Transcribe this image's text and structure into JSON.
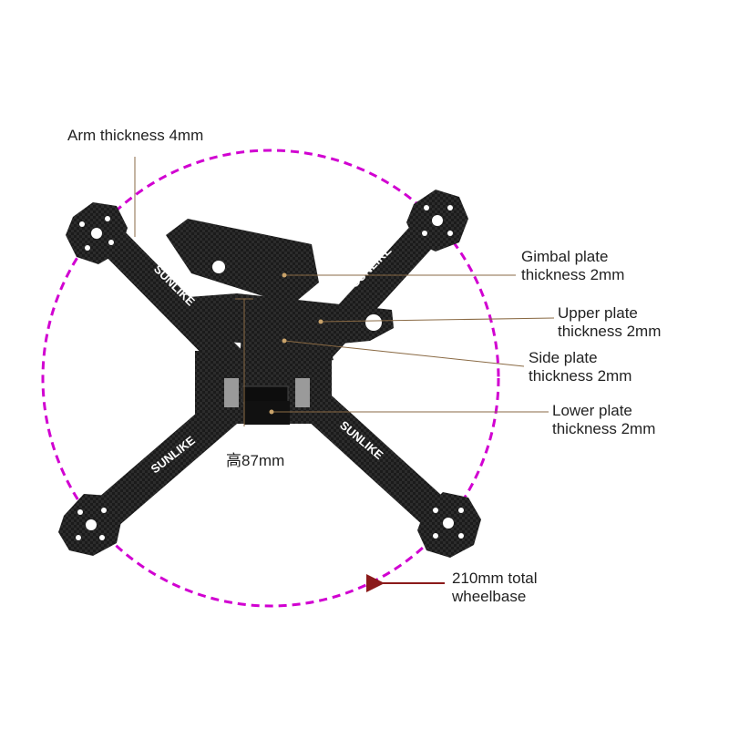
{
  "colors": {
    "background": "#ffffff",
    "carbon_fiber": "#1a1a1a",
    "wheelbase_circle": "#d100d1",
    "leader_line": "#8a6a44",
    "arrow": "#8b1a1a",
    "label_text": "#222222",
    "brand_text": "#ffffff"
  },
  "arm_brand_text": "SUNLIKE",
  "annotations": {
    "arm_thickness": "Arm thickness 4mm",
    "gimbal_plate": [
      "Gimbal plate",
      "thickness 2mm"
    ],
    "upper_plate": [
      "Upper plate",
      "thickness 2mm"
    ],
    "side_plate": [
      "Side plate",
      "thickness 2mm"
    ],
    "lower_plate": [
      "Lower plate",
      "thickness 2mm"
    ],
    "height": "高87mm",
    "wheelbase": [
      "210mm total",
      "wheelbase"
    ]
  },
  "icons": [
    "drone-frame-photo",
    "wheelbase-circle",
    "pointer-arrow-icon"
  ]
}
